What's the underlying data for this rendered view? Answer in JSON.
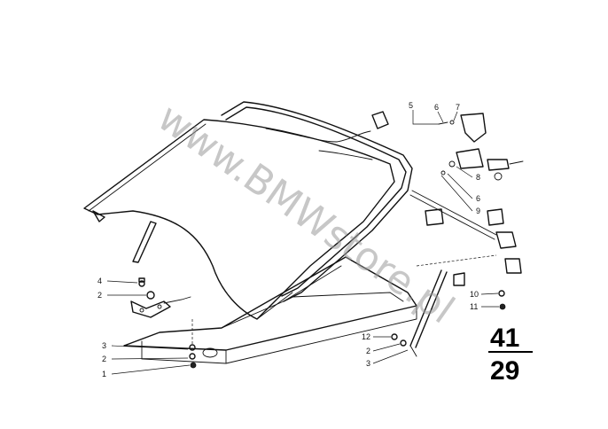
{
  "watermark": "www.BMWstore.pl",
  "group_number": {
    "top": "41",
    "bottom": "29"
  },
  "callouts": [
    {
      "id": "c4a",
      "label": "4"
    },
    {
      "id": "c2a",
      "label": "2"
    },
    {
      "id": "c3a",
      "label": "3"
    },
    {
      "id": "c2b",
      "label": "2"
    },
    {
      "id": "c1a",
      "label": "1"
    },
    {
      "id": "c5",
      "label": "5"
    },
    {
      "id": "c6a",
      "label": "6"
    },
    {
      "id": "c7",
      "label": "7"
    },
    {
      "id": "c8",
      "label": "8"
    },
    {
      "id": "c6b",
      "label": "6"
    },
    {
      "id": "c9",
      "label": "9"
    },
    {
      "id": "c10",
      "label": "10"
    },
    {
      "id": "c11",
      "label": "11"
    },
    {
      "id": "c12",
      "label": "12"
    },
    {
      "id": "c2c",
      "label": "2"
    },
    {
      "id": "c3b",
      "label": "3"
    }
  ]
}
